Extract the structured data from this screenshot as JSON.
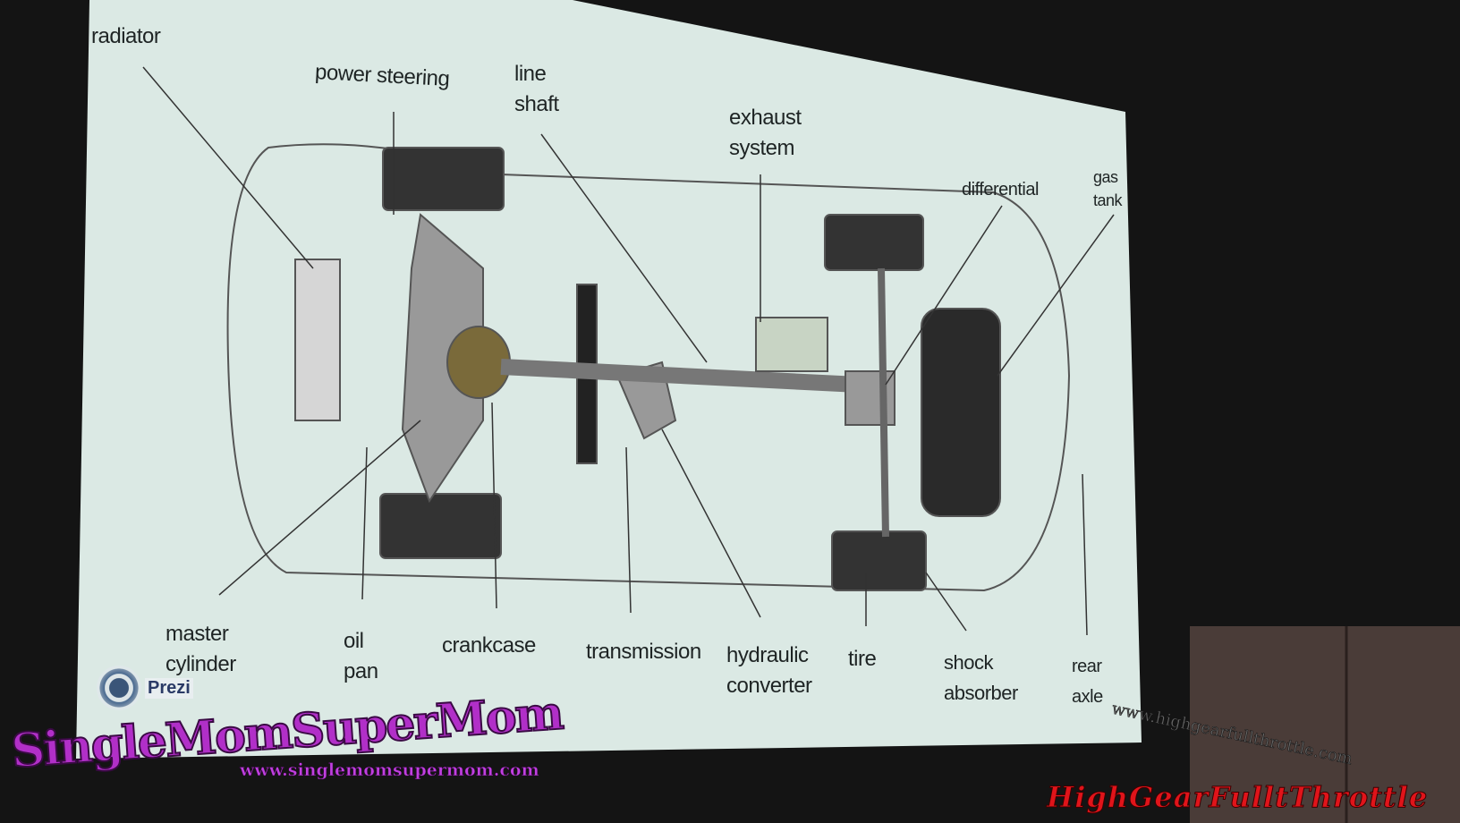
{
  "diagram": {
    "labels": {
      "radiator": "radiator",
      "power_steering": "power steering",
      "line_shaft": [
        "line",
        "shaft"
      ],
      "exhaust_system": [
        "exhaust",
        "system"
      ],
      "differential": "differential",
      "gas_tank": [
        "gas",
        "tank"
      ],
      "master_cylinder": [
        "master",
        "cylinder"
      ],
      "oil_pan": [
        "oil",
        "pan"
      ],
      "crankcase": "crankcase",
      "transmission": "transmission",
      "hydraulic_converter": [
        "hydraulic",
        "converter"
      ],
      "tire": "tire",
      "shock_absorber": [
        "shock",
        "absorber"
      ],
      "rear_axle": [
        "rear",
        "axle"
      ]
    },
    "badge": "Prezi"
  },
  "watermarks": {
    "left_title": "SingleMomSuperMom",
    "left_url": "www.singlemomsupermom.com",
    "right_title": "HighGearFulltThrottle",
    "right_url": "www.highgearfullthrottle.com"
  },
  "colors": {
    "screen": "#dbe9e4",
    "ink": "#1e2424",
    "left_wm": "#b12fc8",
    "right_wm": "#e0141a"
  }
}
